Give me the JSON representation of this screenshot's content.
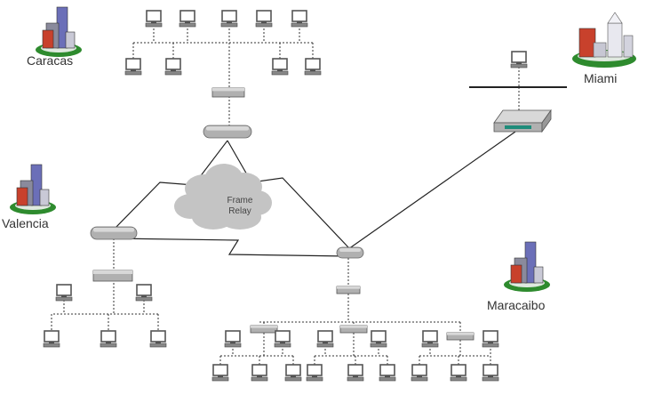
{
  "cities": {
    "caracas": "Caracas",
    "miami": "Miami",
    "valencia": "Valencia",
    "maracaibo": "Maracaibo"
  },
  "cloud": {
    "line1": "Frame",
    "line2": "Relay"
  },
  "colors": {
    "link": "#222222",
    "lan": "#333333",
    "device_body": "#b0b0b0",
    "device_top": "#d8d8d8",
    "cloud": "#c4c4c4",
    "monitor_screen": "#ffffff",
    "monitor_frame": "#555555",
    "building_red": "#c8412c",
    "building_blue": "#6b6fb8",
    "base_green": "#2e8b2e"
  }
}
